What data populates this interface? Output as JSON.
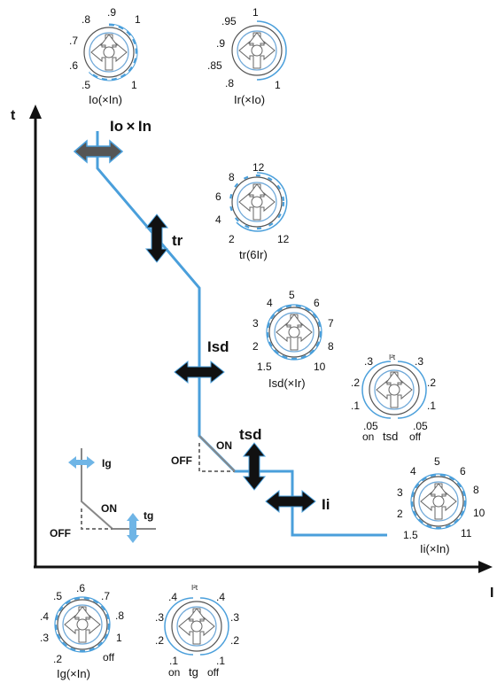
{
  "axes": {
    "y_label": "t",
    "x_label": "I"
  },
  "colors": {
    "curve": "#4a9fdb",
    "grey": "#888888",
    "dial": "#4a9fdb",
    "arrow": "#111111"
  },
  "curve_labels": {
    "io_in": "Io × In",
    "tr": "tr",
    "isd": "Isd",
    "tsd": "tsd",
    "on": "ON",
    "off": "OFF",
    "ii": "Ii"
  },
  "inset": {
    "ig": "Ig",
    "tg": "tg",
    "on": "ON",
    "off": "OFF"
  },
  "dials": {
    "io": {
      "caption": "Io(×In)",
      "values": [
        ".8",
        ".9",
        "1",
        ".7",
        ".6",
        ".5",
        "1"
      ]
    },
    "ir": {
      "caption": "Ir(×Io)",
      "values": [
        ".95",
        "1",
        ".9",
        ".85",
        ".8",
        "1"
      ]
    },
    "tr": {
      "caption": "tr(6Ir)",
      "values": [
        "8",
        "12",
        "6",
        "4",
        "2",
        "12"
      ]
    },
    "isd": {
      "caption": "Isd(×Ir)",
      "values": [
        "4",
        "5",
        "6",
        "3",
        "7",
        "2",
        "8",
        "1.5",
        "10"
      ]
    },
    "tsd": {
      "caption": "tsd",
      "values": [
        ".3",
        "I²t",
        ".3",
        ".2",
        ".2",
        ".1",
        ".1",
        ".05",
        ".05"
      ],
      "on": "on",
      "off": "off"
    },
    "ii": {
      "caption": "Ii(×In)",
      "values": [
        "4",
        "5",
        "6",
        "3",
        "8",
        "2",
        "10",
        "1.5",
        "11"
      ]
    },
    "ig": {
      "caption": "Ig(×In)",
      "values": [
        ".5",
        ".6",
        ".7",
        ".4",
        ".8",
        ".3",
        "1",
        ".2",
        "off"
      ]
    },
    "tg": {
      "caption": "tg",
      "values": [
        "I²t",
        ".4",
        ".4",
        ".3",
        ".3",
        ".2",
        ".2",
        ".1",
        ".1"
      ],
      "on": "on",
      "off": "off"
    }
  }
}
